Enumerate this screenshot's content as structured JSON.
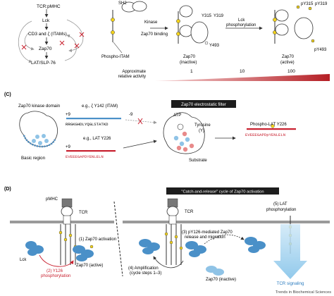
{
  "panel_b": {
    "tcr_pmhc": "TCR:pMHC",
    "lck": "Lck",
    "cd3": "CD3 and ζ (ITAMs)",
    "zap70": "Zap70",
    "lat": "LAT/SLP-76",
    "sh2": "SH2",
    "kinase": "Kinase",
    "phospho_itam": "Phospho-ITAM",
    "zap70_binding": "Zap70 binding",
    "lck_phosphorylation_1": "Lck",
    "lck_phosphorylation_2": "phosphorylation",
    "y315": "Y315",
    "y319": "Y319",
    "y493": "Y493",
    "py315": "pY315",
    "py319": "pY319",
    "py493": "pY493",
    "zap70_inactive": "Zap70",
    "inactive": "(inactive)",
    "zap70_active": "Zap70",
    "active": "(active)",
    "approx_1": "Approximate",
    "approx_2": "relative activity",
    "activity": [
      "1",
      "10",
      "100"
    ]
  },
  "panel_c": {
    "label": "(C)",
    "kinase_domain": "Zap70 kinase domain",
    "filter_title": "Zap70 electrostatic filter",
    "eg_itam": "e.g., ζ Y142 (ITAM)",
    "charge_itam": "+9",
    "charge_itam_out": "-9",
    "seq_itam": "RRGKGHDLYQGLSTATKD",
    "eg_lat": "e.g., LAT Y226",
    "charge_lat": "+9",
    "seq_lat": "EVEEEGAPDYENLELN",
    "basic_region": "Basic region",
    "atp": "ATP",
    "tyrosine_1": "Tyrosine",
    "tyrosine_2": "(Y)",
    "substrate": "Substrate",
    "phospho_lat": "Phospho-LAT Y226",
    "seq_plat": "EVEEEGAPDpYENLELN"
  },
  "panel_d": {
    "label": "(D)",
    "catch_title": "\"Catch-and-release\" cycle of Zap70 activation",
    "pmhc": "pMHC",
    "tcr_left": "TCR",
    "tcr_right": "TCR",
    "step1": "(1) Zap70 activation",
    "step2_1": "(2) Y126",
    "step2_2": "phosphorylation",
    "lck": "Lck",
    "zap_active": "Zap70 (active)",
    "step3_1": "(3) pY126-mediated Zap70",
    "step3_2": "release and migration",
    "step4_1": "(4) Amplification",
    "step4_2": "(cycle steps 1–3)",
    "zap_inactive": "Zap70 (inactive)",
    "step5_1": "(5) LAT",
    "step5_2": "phosphorylation",
    "tcr_signaling": "TCR signaling"
  },
  "footer": "Trends in Biochemical Sciences",
  "colors": {
    "blue": "#4a90c8",
    "light_blue": "#8fc3e6",
    "yellow": "#f2d21c",
    "red": "#c8202f",
    "dark_red": "#b51f25",
    "gray": "#8a8a8a",
    "black_bar": "#1d1d1d"
  }
}
